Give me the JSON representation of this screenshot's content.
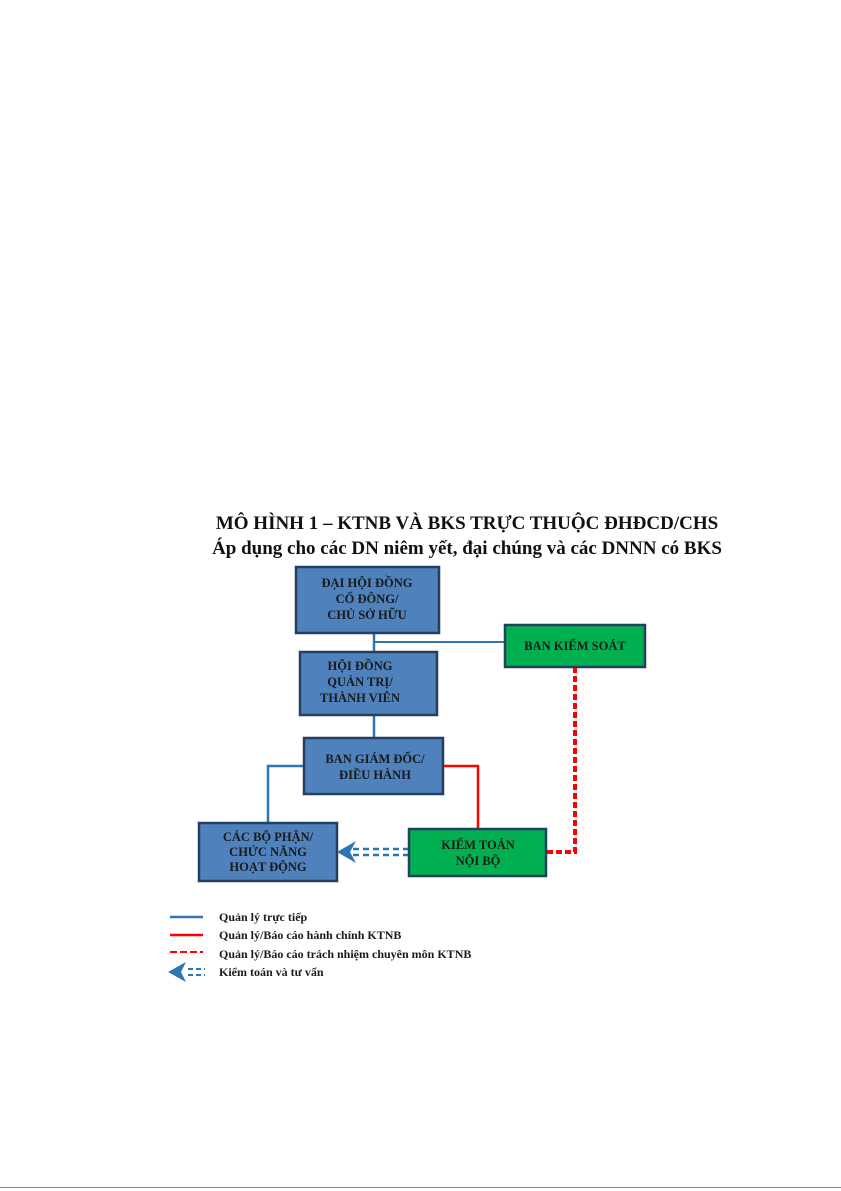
{
  "title": {
    "line1": "MÔ HÌNH 1 – KTNB VÀ BKS TRỰC THUỘC ĐHĐCD/CHS",
    "line2": "Áp dụng cho các DN niêm yết, đại chúng và các DNNN có BKS"
  },
  "boxes": {
    "dhdcd": [
      "ĐẠI HỘI ĐỒNG",
      "CỔ ĐÔNG/",
      "CHỦ SỞ HỮU"
    ],
    "bks": [
      "BAN KIỂM SOÁT"
    ],
    "hdqt": [
      "HỘI ĐỒNG",
      "QUẢN TRỊ/",
      "THÀNH VIÊN"
    ],
    "bgd": [
      "BAN GIÁM ĐỐC/",
      "ĐIỀU HÀNH"
    ],
    "bophan": [
      "CÁC BỘ PHẬN/",
      "CHỨC NĂNG",
      "HOẠT ĐỘNG"
    ],
    "ktnb": [
      "KIỂM TOÁN",
      "NỘI BỘ"
    ]
  },
  "legend": [
    {
      "label": "Quản lý trực tiếp",
      "style": "solid",
      "color": "#2e75b6"
    },
    {
      "label": "Quản lý/Báo cáo hành chính KTNB",
      "style": "solid",
      "color": "#ff0000"
    },
    {
      "label": "Quản lý/Báo cáo trách nhiệm chuyên môn KTNB",
      "style": "dashed",
      "color": "#ff0000"
    },
    {
      "label": "Kiểm toán và tư vấn",
      "style": "arrow-dashed",
      "color": "#2e75b6"
    }
  ],
  "colors": {
    "blue_box": "#4f81bd",
    "green_box": "#00b050",
    "blue_line": "#2e75b6",
    "red_line": "#ff0000"
  }
}
